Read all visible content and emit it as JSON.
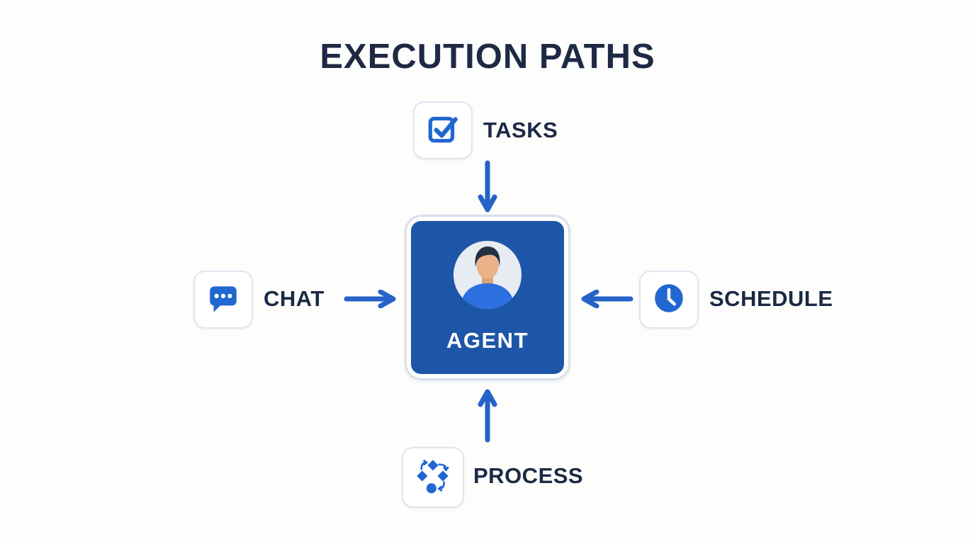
{
  "title": "EXECUTION PATHS",
  "agent": {
    "label": "AGENT",
    "icon": "person-avatar"
  },
  "nodes": {
    "tasks": {
      "label": "TASKS",
      "icon": "checkbox-check-icon",
      "position": "top",
      "arrow_direction": "down-into-agent"
    },
    "chat": {
      "label": "CHAT",
      "icon": "chat-bubble-icon",
      "position": "left",
      "arrow_direction": "right-into-agent"
    },
    "schedule": {
      "label": "SCHEDULE",
      "icon": "clock-icon",
      "position": "right",
      "arrow_direction": "left-into-agent"
    },
    "process": {
      "label": "PROCESS",
      "icon": "flowchart-icon",
      "position": "bottom",
      "arrow_direction": "up-into-agent"
    }
  },
  "colors": {
    "background": "#fdfdfc",
    "title_text": "#1e2a44",
    "label_text": "#1b2944",
    "icon_blue": "#2166d1",
    "arrow_blue": "#2563c9",
    "agent_box": "#1d55a8",
    "agent_text": "#ffffff",
    "card_border": "#e0e6f0",
    "frame_border": "#d9e0ea",
    "avatar_bg": "#e7ebf2",
    "avatar_shirt": "#2e6fe0",
    "avatar_skin": "#eab286",
    "avatar_neck": "#dfa276",
    "avatar_hair": "#253044"
  }
}
